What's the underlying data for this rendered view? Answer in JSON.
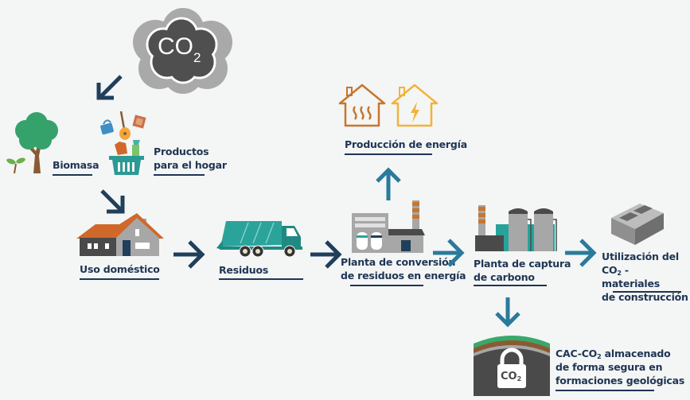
{
  "co2_cloud": {
    "label": "CO",
    "subscript": "2"
  },
  "nodes": {
    "biomasa": {
      "label": "Biomasa"
    },
    "productos": {
      "line1": "Productos",
      "line2": "para el hogar"
    },
    "uso_domestico": {
      "label": "Uso doméstico"
    },
    "residuos": {
      "label": "Residuos"
    },
    "planta_conversion": {
      "line1": "Planta de conversión",
      "line2": "de residuos en energía"
    },
    "produccion_energia": {
      "label": "Producción de energía"
    },
    "planta_captura": {
      "line1": "Planta de captura",
      "line2": "de carbono"
    },
    "utilizacion": {
      "line1": "Utilización del",
      "line2_prefix": "CO",
      "line2_sub": "2",
      "line2_suffix": " - materiales",
      "line3": "de construcción"
    },
    "almacenamiento": {
      "line1_prefix": "CAC-CO",
      "line1_sub": "2",
      "line1_suffix": " almacenado",
      "line2": "de forma segura en",
      "line3": "formaciones geológicas",
      "lock_label": "CO",
      "lock_sub": "2"
    }
  },
  "colors": {
    "arrow_dark": "#1f3f5b",
    "arrow_teal": "#2a7a9c",
    "label_text": "#1e3553",
    "teal": "#27a39b",
    "orange": "#d0682a",
    "gray": "#a7a7a7",
    "dark_gray": "#4a4a4a"
  }
}
